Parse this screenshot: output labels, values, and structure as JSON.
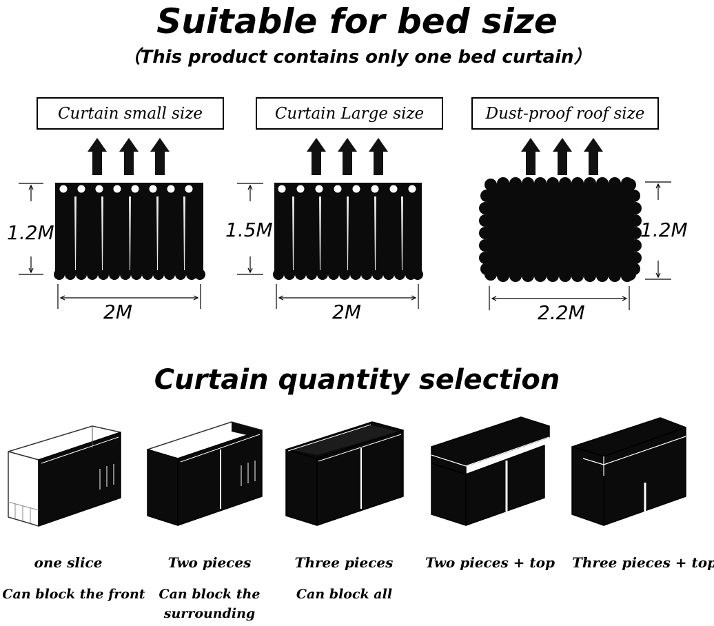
{
  "header": {
    "title": "Suitable for bed size",
    "subtitle": "（This product contains only one bed curtain）"
  },
  "sizes": [
    {
      "label": "Curtain small size",
      "height": "1.2M",
      "width": "2M"
    },
    {
      "label": "Curtain Large size",
      "height": "1.5M",
      "width": "2M"
    },
    {
      "label": "Dust-proof roof size",
      "height": "1.2M",
      "width": "2.2M"
    }
  ],
  "quantity": {
    "title": "Curtain quantity selection",
    "options": [
      {
        "name": "one slice",
        "desc": "Can block the front"
      },
      {
        "name": "Two pieces",
        "desc": "Can block the surrounding"
      },
      {
        "name": "Three pieces",
        "desc": "Can block all"
      },
      {
        "name": "Two pieces + top",
        "desc": ""
      },
      {
        "name": "Three pieces + top",
        "desc": ""
      }
    ]
  },
  "colors": {
    "fabric": "#0b0b0b",
    "outline": "#000000",
    "background": "#ffffff"
  }
}
